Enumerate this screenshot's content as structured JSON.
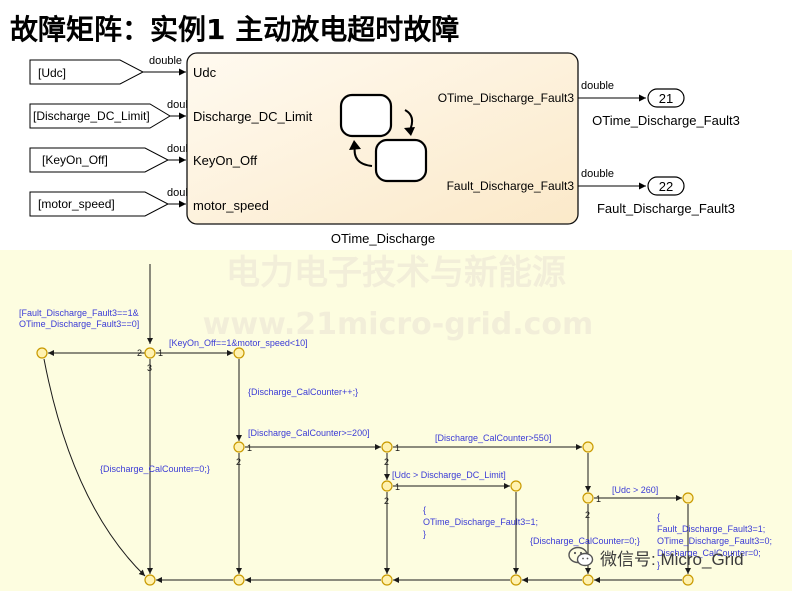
{
  "title": "故障矩阵：实例1 主动放电超时故障",
  "simulink": {
    "inputs": [
      {
        "from_label": "[Udc]",
        "signal_type": "double",
        "port_label": "Udc"
      },
      {
        "from_label": "[Discharge_DC_Limit]",
        "signal_type": "double",
        "port_label": "Discharge_DC_Limit"
      },
      {
        "from_label": "[KeyOn_Off]",
        "signal_type": "double",
        "port_label": "KeyOn_Off"
      },
      {
        "from_label": "[motor_speed]",
        "signal_type": "double",
        "port_label": "motor_speed"
      }
    ],
    "outputs": [
      {
        "port_label": "OTime_Discharge_Fault3",
        "signal_type": "double",
        "out_number": "21",
        "out_name": "OTime_Discharge_Fault3"
      },
      {
        "port_label": "Fault_Discharge_Fault3",
        "signal_type": "double",
        "out_number": "22",
        "out_name": "Fault_Discharge_Fault3"
      }
    ],
    "block_name": "OTime_Discharge",
    "colors": {
      "block_fill": "#fdf4e3",
      "block_border": "#111111"
    }
  },
  "flowchart": {
    "background": "#fdfde0",
    "line_color": "#1a1a1a",
    "label_color": "#3b3bd6",
    "junction_fill": "#fff2b0",
    "junction_stroke": "#c99a00",
    "labels": {
      "fault_reset_1": "[Fault_Discharge_Fault3==1&",
      "fault_reset_2": "OTime_Discharge_Fault3==0]",
      "key_cond": "[KeyOn_Off==1&motor_speed<10]",
      "counter_inc": "{Discharge_CalCounter++;}",
      "counter_ge": "[Discharge_CalCounter>=200]",
      "counter_gt": "[Discharge_CalCounter>550]",
      "udc_cond": "[Udc > Discharge_DC_Limit]",
      "otime_open": "{",
      "otime_action": "OTime_Discharge_Fault3=1;",
      "otime_close": "}",
      "counter_reset_left": "{Discharge_CalCounter=0;}",
      "counter_reset_right": "{Discharge_CalCounter=0;}",
      "udc_260": "[Udc > 260]",
      "fault_open": "{",
      "fault_action_1": "Fault_Discharge_Fault3=1;",
      "fault_action_2": "OTime_Discharge_Fault3=0;",
      "fault_action_3": "Discharge_CalCounter=0;",
      "fault_close": "}"
    },
    "order_numbers": {
      "n2_a": "2",
      "n1_a": "1",
      "n3_a": "3",
      "n1_b": "1",
      "n2_b": "2",
      "n1_c": "1",
      "n2_c": "2",
      "n1_d": "1",
      "n2_d": "2",
      "n1_e": "1",
      "n2_e": "2"
    }
  },
  "watermark": {
    "line1": "电力电子技术与新能源",
    "line2": "www.21micro-grid.com"
  },
  "wechat": {
    "icon": "wechat-icon",
    "text": "微信号: Micro_Grid"
  }
}
